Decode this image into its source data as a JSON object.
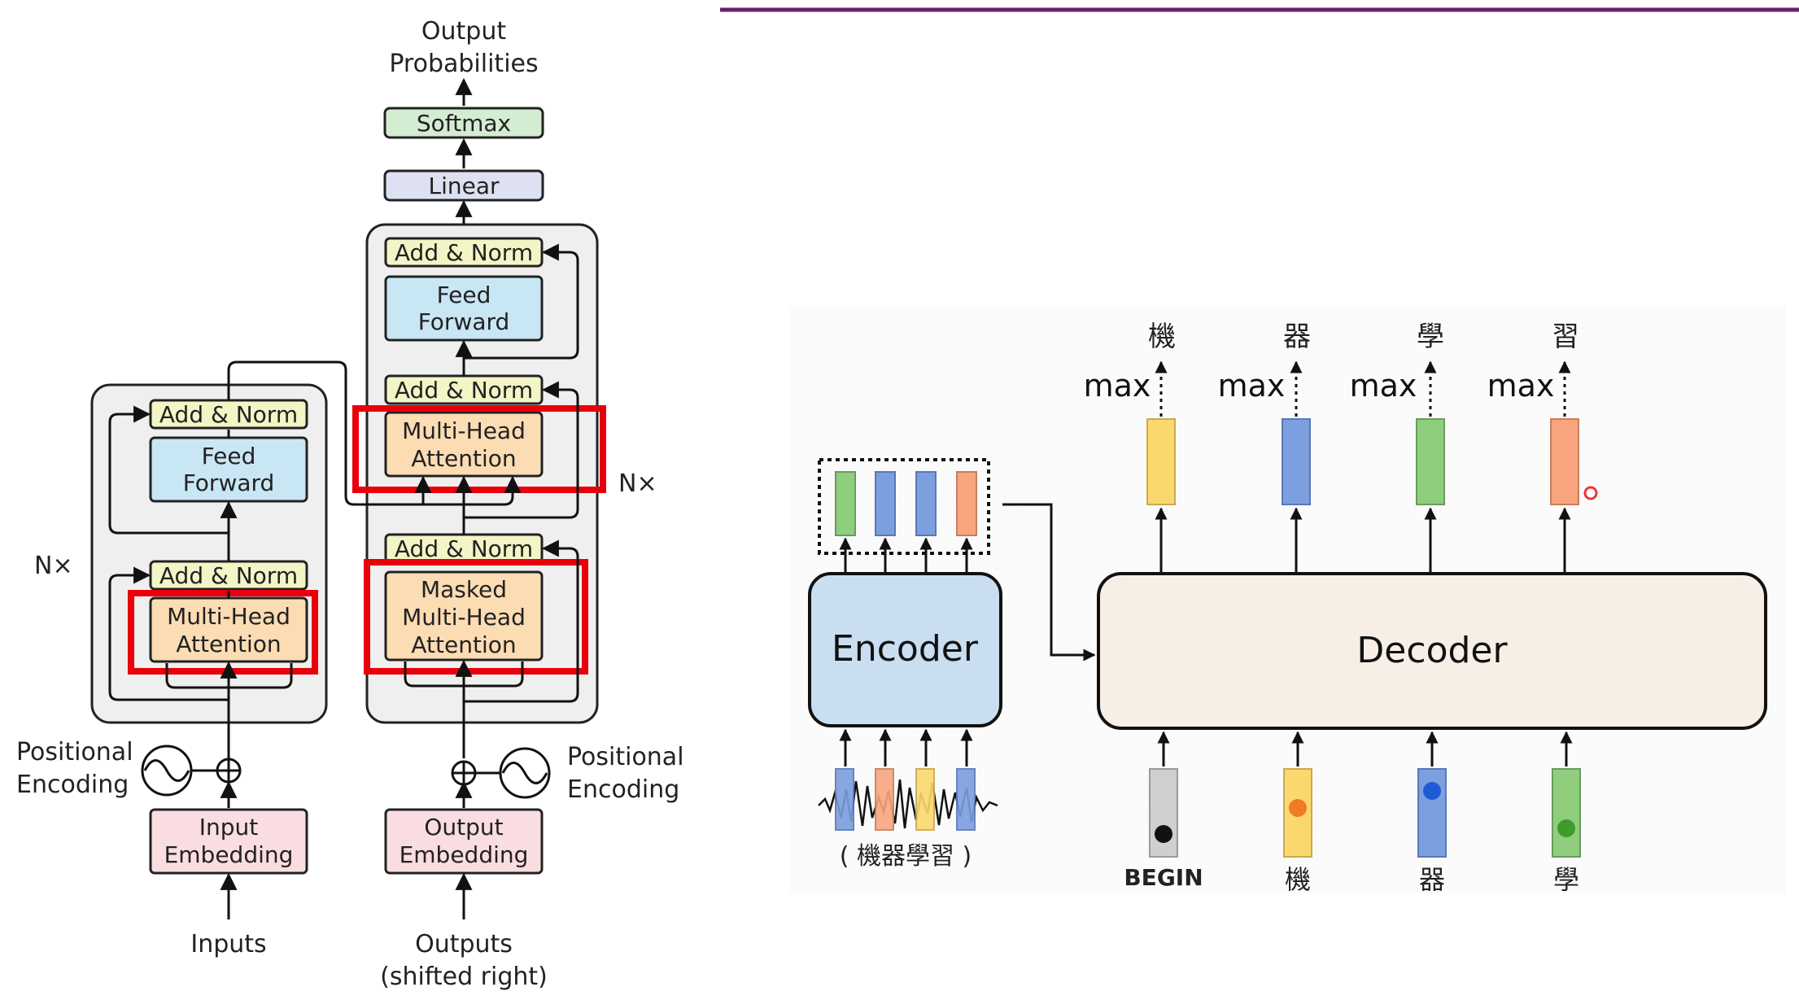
{
  "transformer": {
    "output_title": [
      "Output",
      "Probabilities"
    ],
    "softmax": "Softmax",
    "linear": "Linear",
    "add_norm": "Add & Norm",
    "feed_forward": [
      "Feed",
      "Forward"
    ],
    "multi_head": [
      "Multi-Head",
      "Attention"
    ],
    "masked_multi_head": [
      "Masked",
      "Multi-Head",
      "Attention"
    ],
    "nx": "N×",
    "positional_encoding": [
      "Positional",
      "Encoding"
    ],
    "input_embedding": [
      "Input",
      "Embedding"
    ],
    "output_embedding": [
      "Output",
      "Embedding"
    ],
    "inputs": "Inputs",
    "outputs": [
      "Outputs",
      "(shifted right)"
    ],
    "colors": {
      "softmax": "#d4ecd2",
      "linear": "#dde1f2",
      "add_norm": "#f3f5c6",
      "feed_forward": "#c9e6f5",
      "attention": "#fbdcb3",
      "embedding": "#f9dde0",
      "block_bg": "#efefef",
      "highlight": "#e8000a"
    }
  },
  "seq2seq": {
    "encoder": "Encoder",
    "decoder": "Decoder",
    "max": "max",
    "outputs": [
      "機",
      "器",
      "學",
      "習"
    ],
    "inputs": [
      "BEGIN",
      "機",
      "器",
      "學"
    ],
    "speech": "( 機器學習 )",
    "colors": {
      "divider": "#6b1e68",
      "encoder_fill": "#c9def0",
      "decoder_fill": "#f7efe6",
      "green": "#8fce7d",
      "blue": "#7c9fe0",
      "yellow": "#fbd86e",
      "orange": "#f8a57f",
      "gray": "#cfcfcf"
    }
  }
}
